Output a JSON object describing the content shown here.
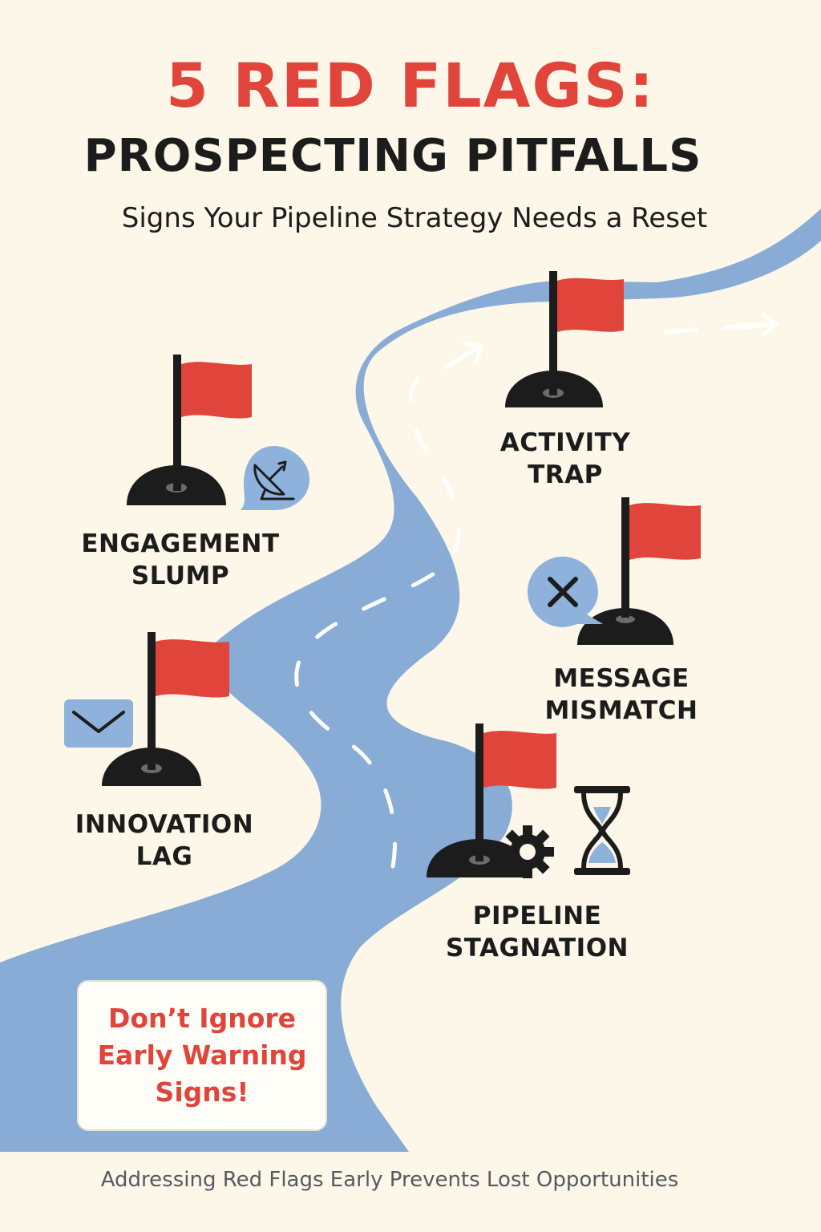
{
  "header": {
    "title": "5 RED FLAGS:",
    "subtitle": "PROSPECTING PITFALLS",
    "tagline": "Signs Your Pipeline Strategy Needs a Reset"
  },
  "flags": {
    "activity_trap": {
      "line1": "ACTIVITY",
      "line2": "TRAP"
    },
    "engagement_slump": {
      "line1": "ENGAGEMENT",
      "line2": "SLUMP"
    },
    "message_mismatch": {
      "line1": "MESSAGE",
      "line2": "MISMATCH"
    },
    "innovation_lag": {
      "line1": "INNOVATION",
      "line2": "LAG"
    },
    "pipeline_stagnation": {
      "line1": "PIPELINE",
      "line2": "STAGNATION"
    }
  },
  "icons": {
    "engagement_slump": "satellite-dish-bubble-icon",
    "message_mismatch": "x-mark-bubble-icon",
    "innovation_lag": "envelope-icon",
    "pipeline_stagnation": [
      "gear-icon",
      "hourglass-icon"
    ]
  },
  "callout": {
    "line1": "Don’t Ignore",
    "line2": "Early Warning",
    "line3": "Signs!"
  },
  "footer": "Addressing Red Flags Early Prevents Lost Opportunities",
  "colors": {
    "background": "#fdf7e9",
    "road": "#89acd6",
    "flag_red": "#e0443a",
    "base_black": "#1c1c1c",
    "icon_blue": "#8fb2dc"
  }
}
